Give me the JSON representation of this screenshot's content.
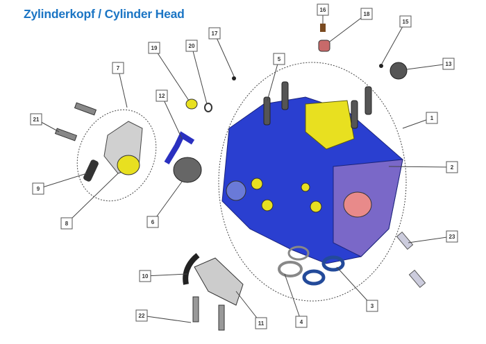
{
  "title": "Zylinderkopf / Cylinder Head",
  "callouts": [
    "1",
    "2",
    "3",
    "4",
    "5",
    "6",
    "7",
    "8",
    "9",
    "10",
    "11",
    "12",
    "13",
    "15",
    "16",
    "17",
    "18",
    "19",
    "20",
    "21",
    "22",
    "23"
  ],
  "colors": {
    "title": "#1b75c4",
    "head_blue": "#2a3fd0",
    "head_purple": "#7a68c8",
    "yellow": "#e8e020",
    "pink": "#e88a8a"
  }
}
